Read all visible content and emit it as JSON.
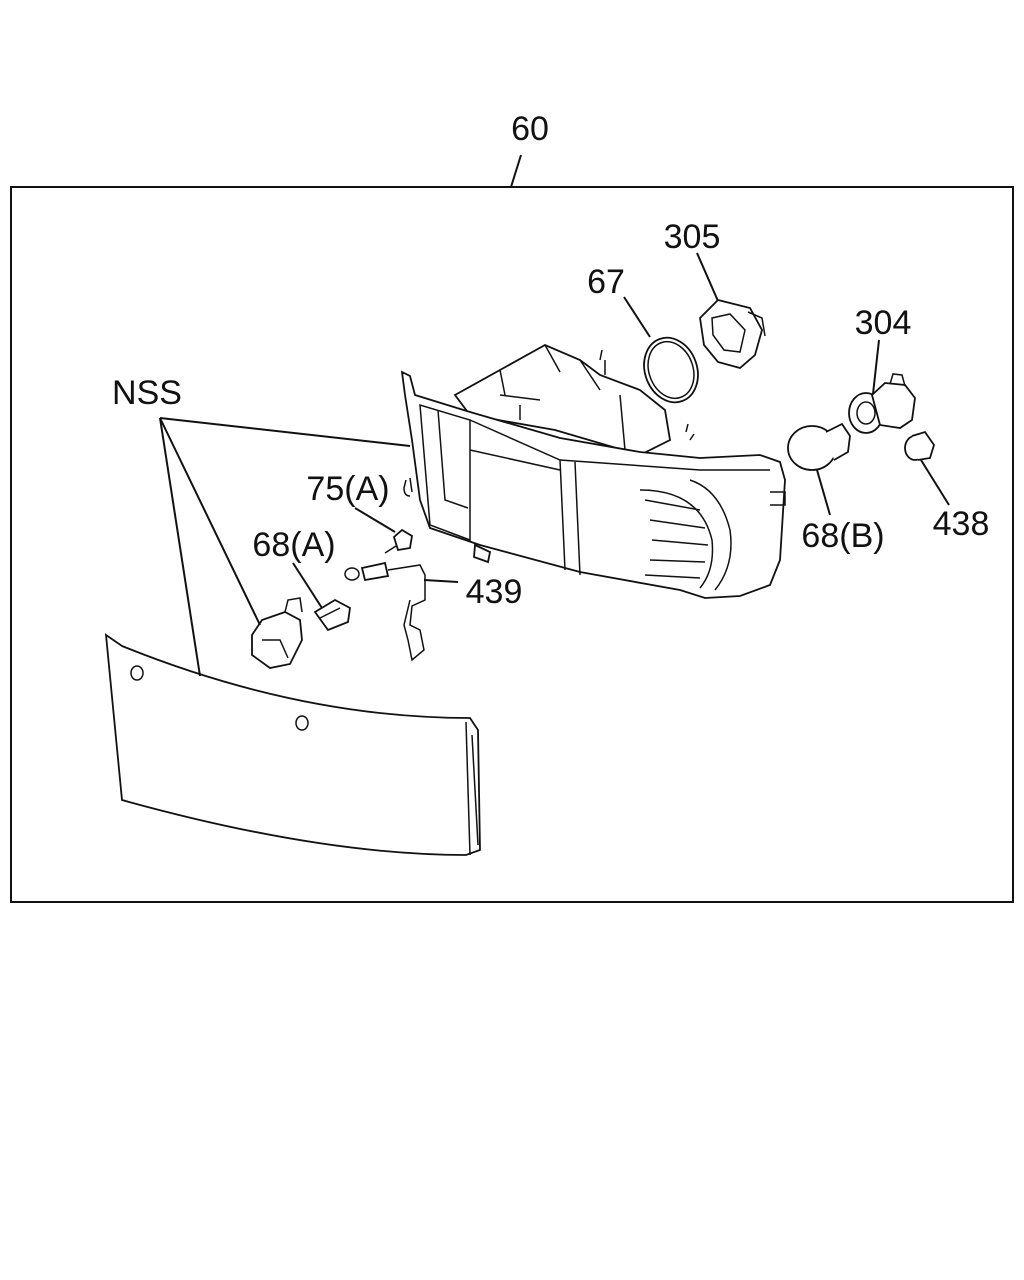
{
  "diagram": {
    "labels": {
      "assembly": "60",
      "nss": "NSS",
      "p305": "305",
      "p67": "67",
      "p304": "304",
      "p75a": "75(A)",
      "p68a": "68(A)",
      "p439": "439",
      "p68b": "68(B)",
      "p438": "438"
    }
  }
}
